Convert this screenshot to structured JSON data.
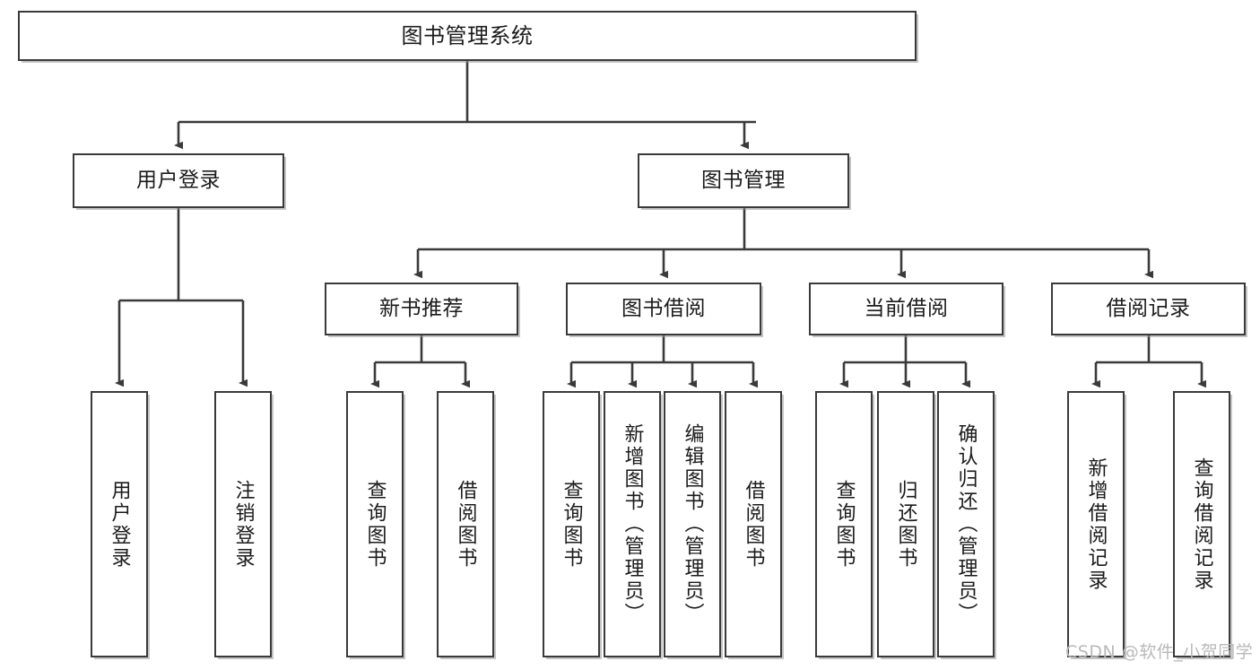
{
  "diagram": {
    "title": "图书管理系统",
    "watermark": "CSDN @软件_小贺同学",
    "edge_color": "#3a3a3a",
    "box_border_color": "#3a3a3a",
    "box_fill_color": "#ffffff",
    "text_color": "#1b1b1b",
    "watermark_color": "#b9b9b9",
    "levels": 4,
    "orientation": "top-down tree"
  },
  "nodes": {
    "root": {
      "label": "图书管理系统"
    },
    "level2": [
      {
        "id": "user-login",
        "label": "用户登录"
      },
      {
        "id": "book-management",
        "label": "图书管理"
      }
    ],
    "level3": [
      {
        "id": "new-book-recommend",
        "label": "新书推荐"
      },
      {
        "id": "book-borrow",
        "label": "图书借阅"
      },
      {
        "id": "current-borrow",
        "label": "当前借阅"
      },
      {
        "id": "borrow-record",
        "label": "借阅记录"
      }
    ],
    "leaves": [
      {
        "id": "leaf-user-login",
        "label": "用户登录",
        "parent": "user-login"
      },
      {
        "id": "leaf-logout-login",
        "label": "注销登录",
        "parent": "user-login"
      },
      {
        "id": "leaf-query-book-1",
        "label": "查询图书",
        "parent": "new-book-recommend"
      },
      {
        "id": "leaf-borrow-book-1",
        "label": "借阅图书",
        "parent": "new-book-recommend"
      },
      {
        "id": "leaf-query-book-2",
        "label": "查询图书",
        "parent": "book-borrow"
      },
      {
        "id": "leaf-add-book",
        "label": "新增图书（管理员）",
        "parent": "book-borrow"
      },
      {
        "id": "leaf-edit-book",
        "label": "编辑图书（管理员）",
        "parent": "book-borrow"
      },
      {
        "id": "leaf-borrow-book-2",
        "label": "借阅图书",
        "parent": "book-borrow"
      },
      {
        "id": "leaf-query-book-3",
        "label": "查询图书",
        "parent": "current-borrow"
      },
      {
        "id": "leaf-return-book",
        "label": "归还图书",
        "parent": "current-borrow"
      },
      {
        "id": "leaf-confirm-return",
        "label": "确认归还（管理员）",
        "parent": "current-borrow"
      },
      {
        "id": "leaf-add-record",
        "label": "新增借阅记录",
        "parent": "borrow-record"
      },
      {
        "id": "leaf-query-record",
        "label": "查询借阅记录",
        "parent": "borrow-record"
      }
    ]
  }
}
